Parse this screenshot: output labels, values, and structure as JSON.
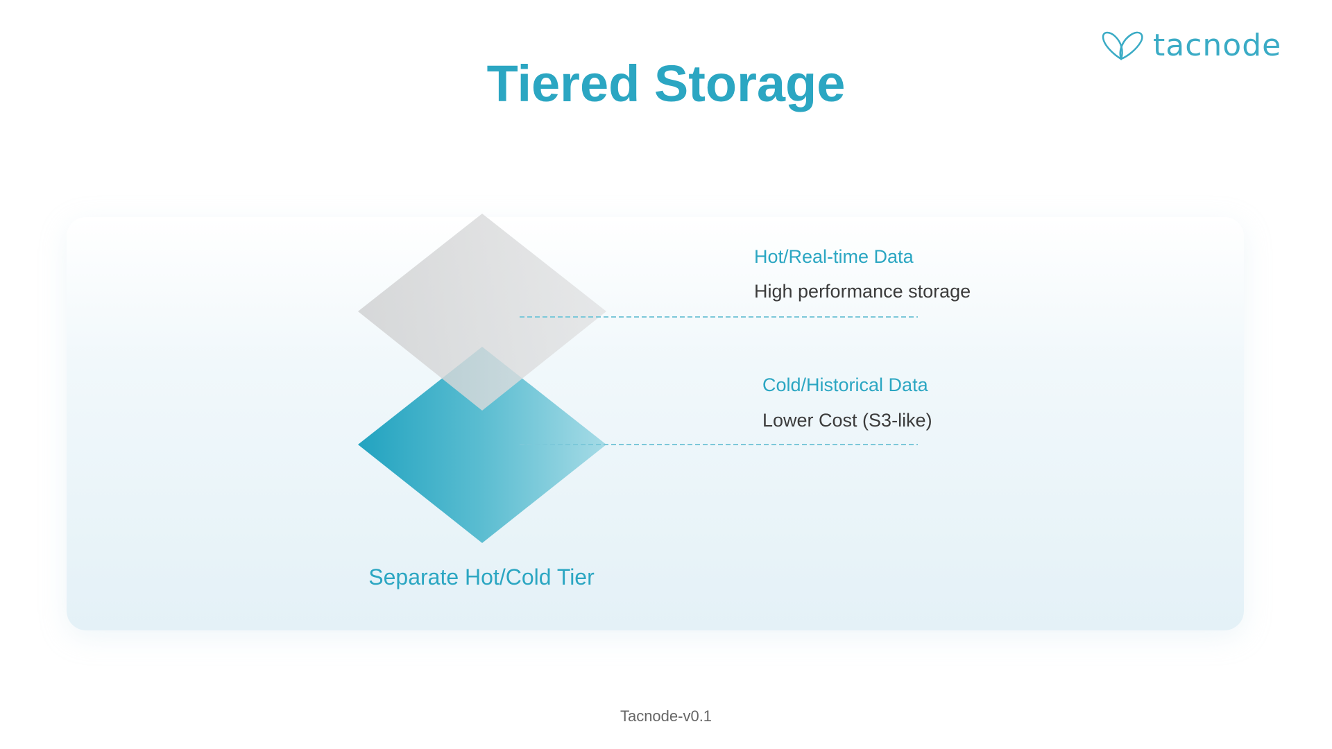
{
  "title": "Tiered Storage",
  "logo": {
    "text": "tacnode",
    "icon": "butterfly-logo-icon"
  },
  "tiers": [
    {
      "heading": "Hot/Real-time Data",
      "description": "High performance storage"
    },
    {
      "heading": "Cold/Historical Data",
      "description": "Lower Cost (S3-like)"
    }
  ],
  "caption": "Separate Hot/Cold Tier",
  "footer": "Tacnode-v0.1",
  "colors": {
    "accent": "#2ba6c2",
    "hot": "#d9d9da",
    "cold": "#2aa7c3"
  }
}
